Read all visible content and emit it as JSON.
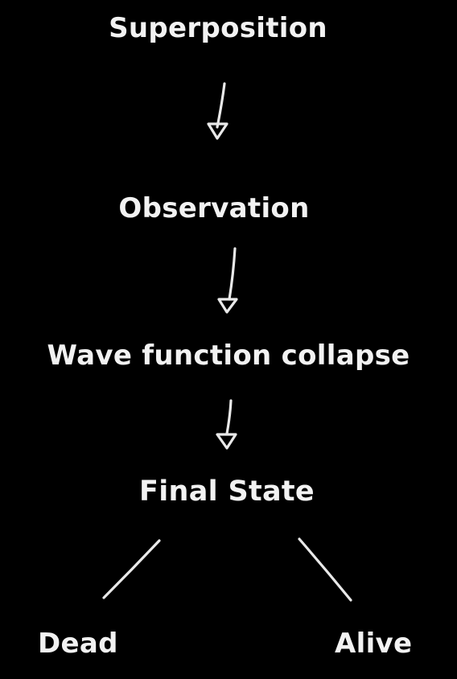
{
  "diagram": {
    "background_color": "#000000",
    "text_color": "#f2f2f2",
    "line_color": "#e9e9e9",
    "nodes": {
      "superposition": "Superposition",
      "observation": "Observation",
      "wave_function_collapse": "Wave function collapse",
      "final_state": "Final State",
      "dead": "Dead",
      "alive": "Alive"
    },
    "edges": [
      {
        "from": "Superposition",
        "to": "Observation",
        "type": "arrow"
      },
      {
        "from": "Observation",
        "to": "Wave function collapse",
        "type": "arrow"
      },
      {
        "from": "Wave function collapse",
        "to": "Final State",
        "type": "arrow"
      },
      {
        "from": "Final State",
        "to": "Dead",
        "type": "line"
      },
      {
        "from": "Final State",
        "to": "Alive",
        "type": "line"
      }
    ]
  }
}
